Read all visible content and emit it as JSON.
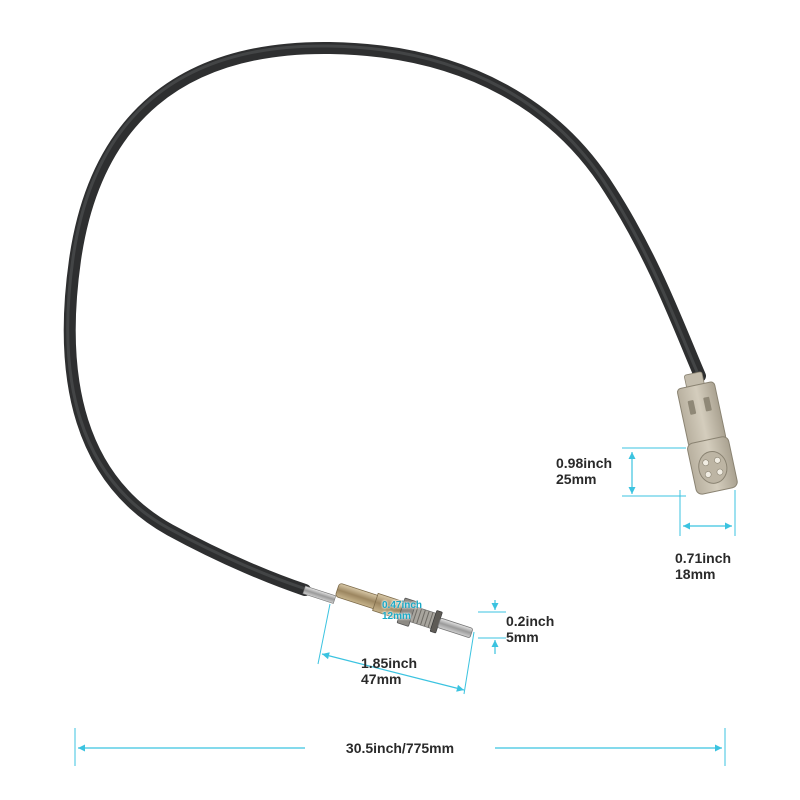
{
  "product": {
    "name": "oxygen-sensor",
    "cable_color": "#2e2f30",
    "connector_color": "#c9c2b2",
    "sensor_body_color": "#b0a68e",
    "dimension_line_color": "#3bc3e0"
  },
  "dimensions": {
    "connector_height": {
      "inch": "0.98inch",
      "mm": "25mm"
    },
    "connector_width": {
      "inch": "0.71inch",
      "mm": "18mm"
    },
    "thread_diameter": {
      "inch": "0.47inch",
      "mm": "12mm"
    },
    "tip_diameter": {
      "inch": "0.2inch",
      "mm": "5mm"
    },
    "sensor_length": {
      "inch": "1.85inch",
      "mm": "47mm"
    },
    "total_length": {
      "label": "30.5inch/775mm"
    }
  }
}
